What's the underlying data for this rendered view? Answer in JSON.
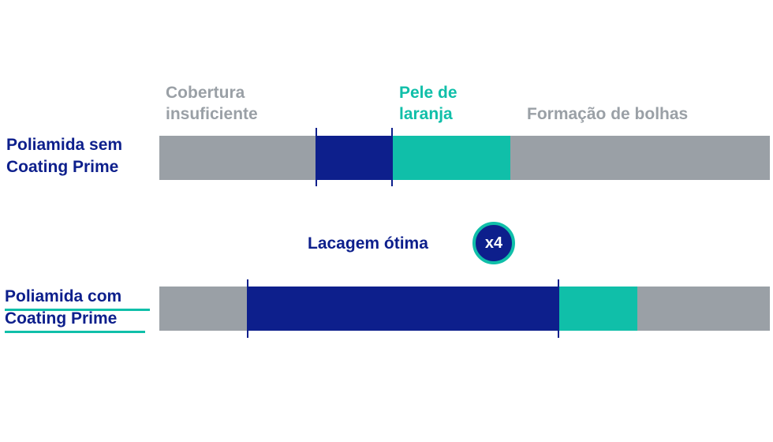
{
  "labels": {
    "insufficient_line1": "Cobertura",
    "insufficient_line2": "insuficiente",
    "orange_peel_line1": "Pele de",
    "orange_peel_line2": "laranja",
    "blistering": "Formação de bolhas",
    "optimal": "Lacagem ótima",
    "badge": "x4"
  },
  "rows": [
    {
      "line1": "Poliamida sem",
      "line2": "Coating Prime"
    },
    {
      "line1": "Poliamida com",
      "line2": "Coating Prime"
    }
  ],
  "colors": {
    "grey": "#9aa0a6",
    "navy": "#0d1f8c",
    "teal": "#10bfa9"
  }
}
